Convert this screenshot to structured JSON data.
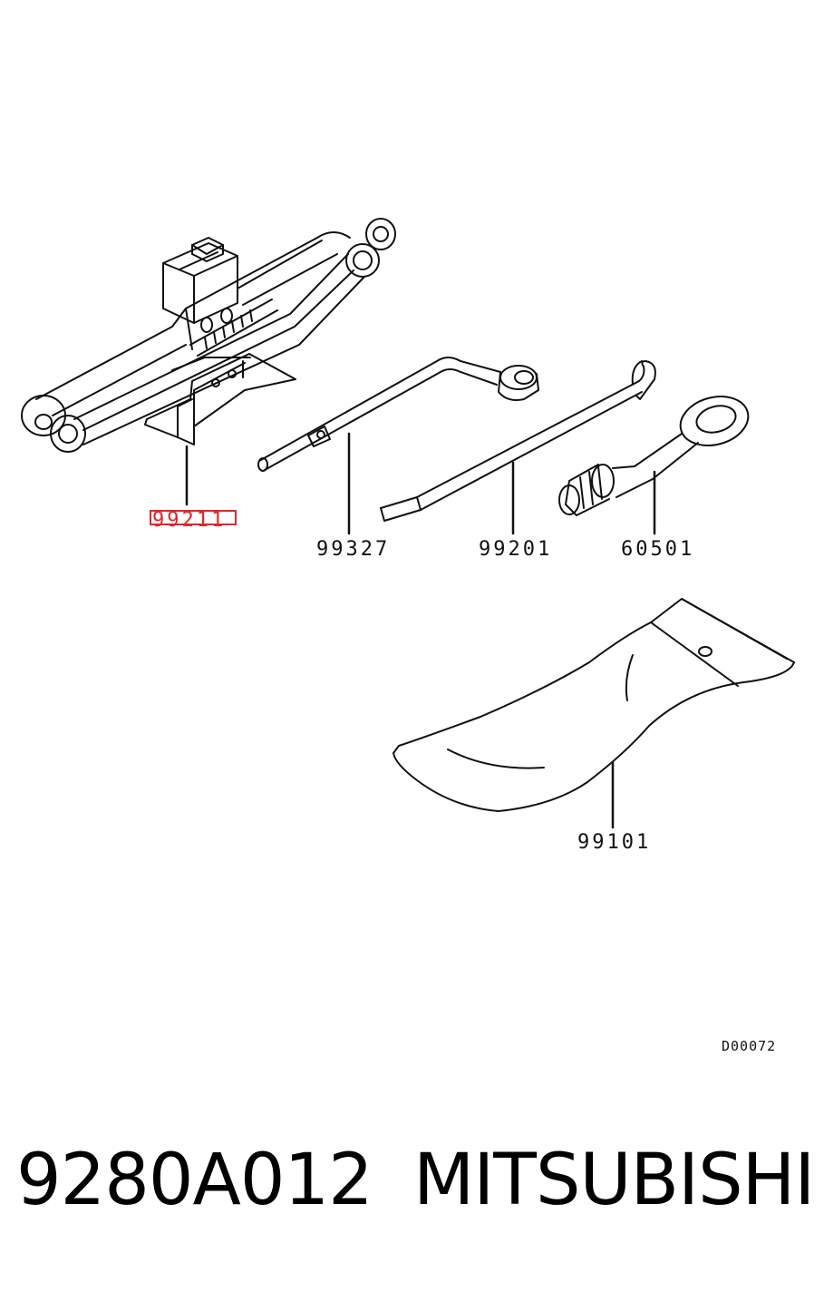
{
  "parts": [
    {
      "id": "jack",
      "number": "99211",
      "highlighted": true
    },
    {
      "id": "handle",
      "number": "99327"
    },
    {
      "id": "bar",
      "number": "99201"
    },
    {
      "id": "hook",
      "number": "60501"
    },
    {
      "id": "bag",
      "number": "99101"
    }
  ],
  "diagram_code": "D00072",
  "footer": {
    "part_number": "9280A012",
    "brand": "MITSUBISHI"
  },
  "colors": {
    "line": "#111111",
    "highlight": "#e0262b"
  }
}
